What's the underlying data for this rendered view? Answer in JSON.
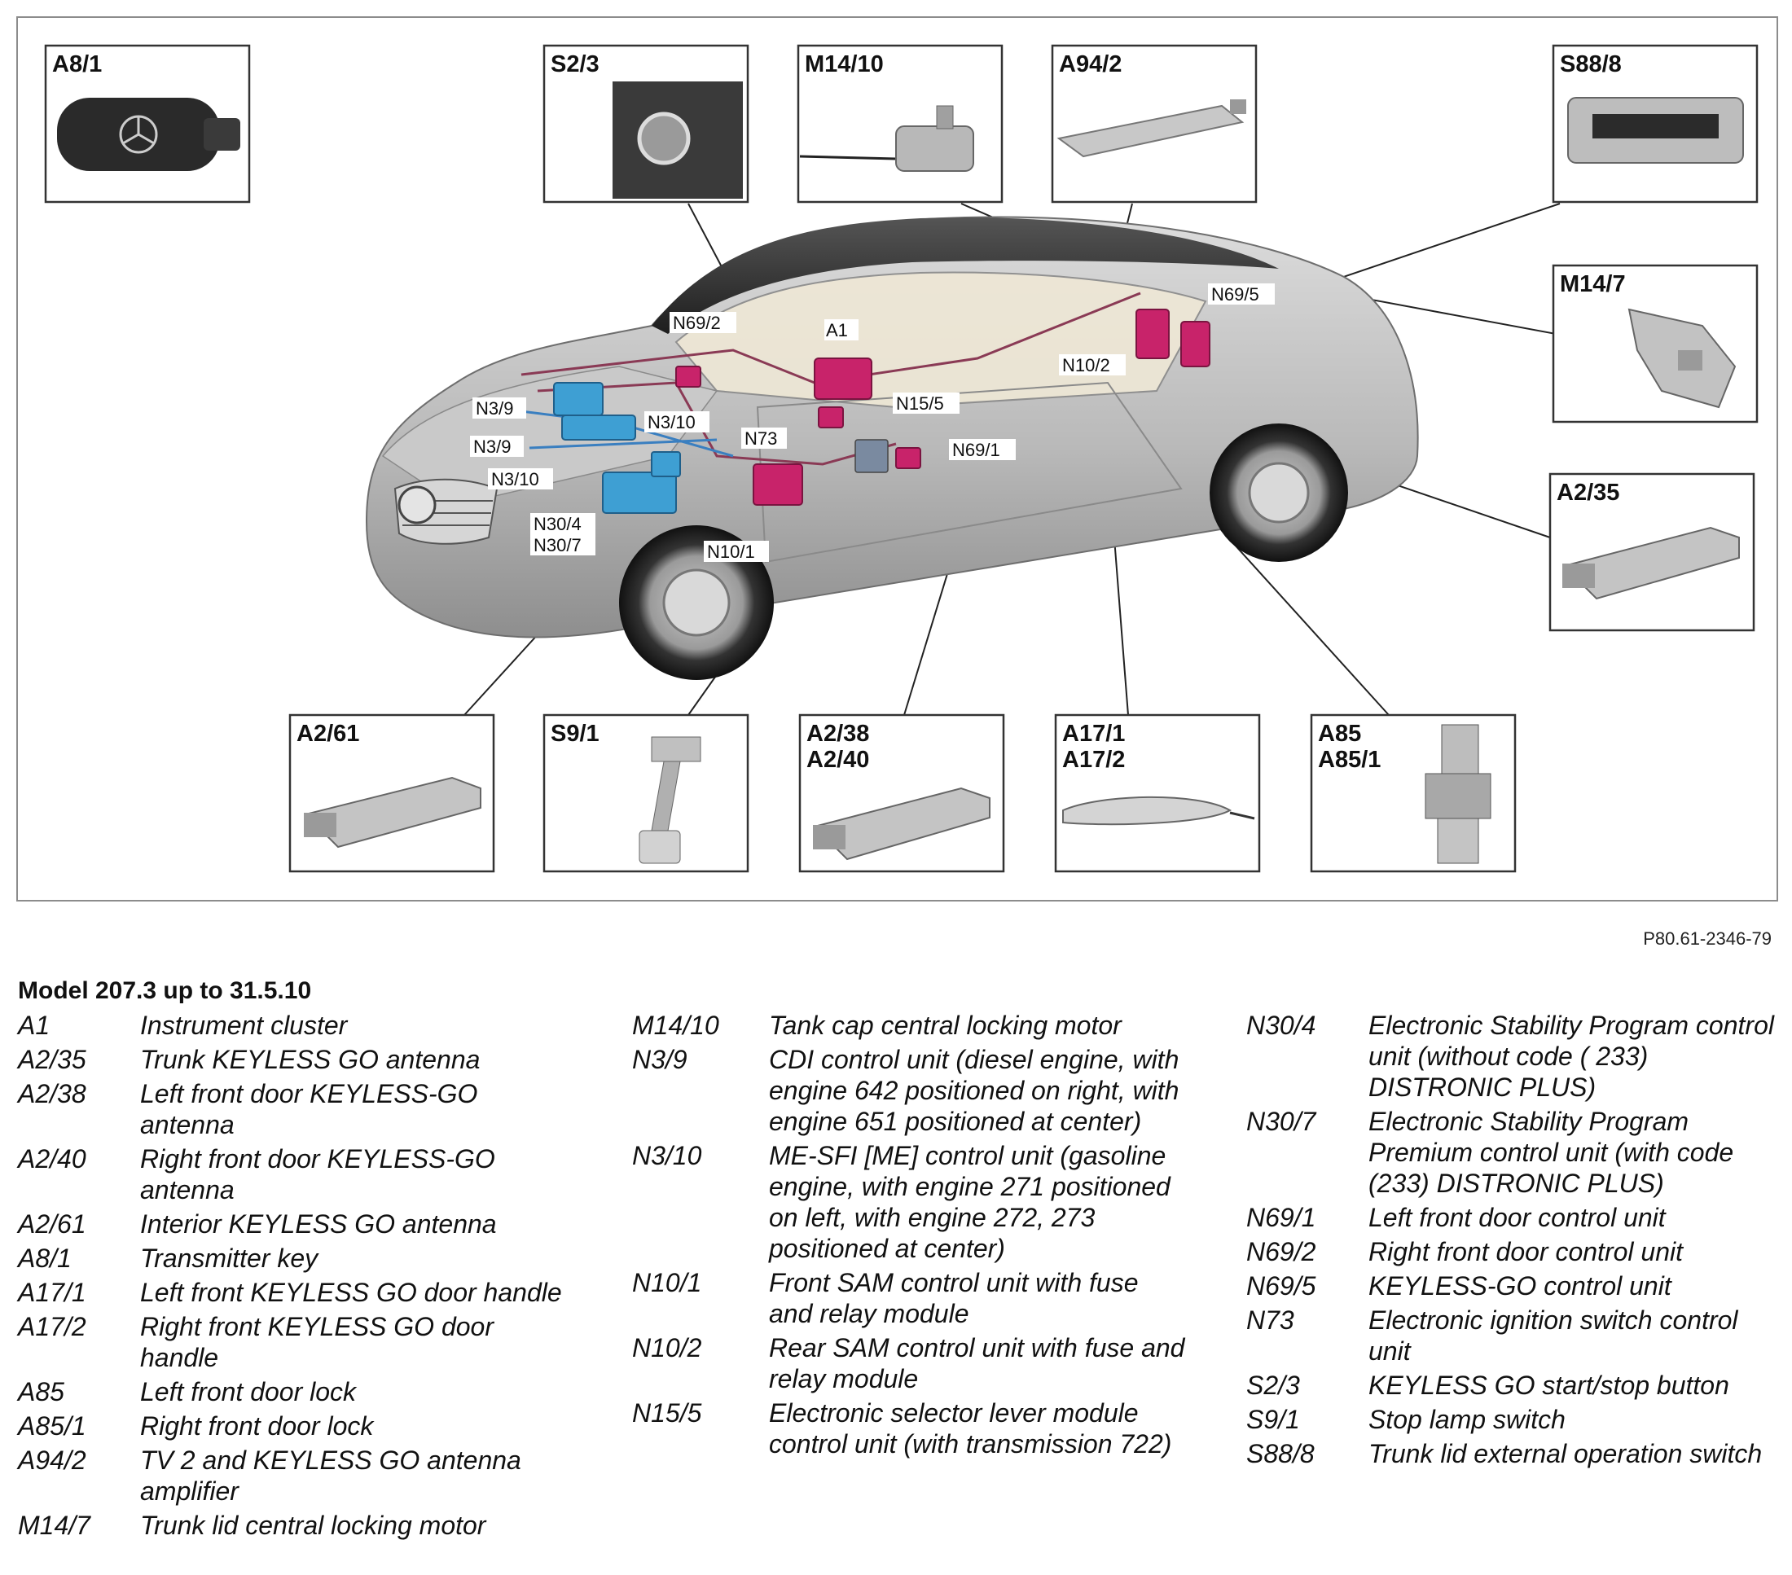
{
  "figure_ref": "P80.61-2346-79",
  "component_boxes": [
    {
      "id": "box-a8-1",
      "label": [
        "A8/1"
      ],
      "icon": "remote-key-icon"
    },
    {
      "id": "box-s2-3",
      "label": [
        "S2/3"
      ],
      "icon": "start-button-icon"
    },
    {
      "id": "box-m14-10",
      "label": [
        "M14/10"
      ],
      "icon": "actuator-motor-icon"
    },
    {
      "id": "box-a94-2",
      "label": [
        "A94/2"
      ],
      "icon": "antenna-amplifier-icon"
    },
    {
      "id": "box-s88-8",
      "label": [
        "S88/8"
      ],
      "icon": "trunk-switch-icon"
    },
    {
      "id": "box-m14-7",
      "label": [
        "M14/7"
      ],
      "icon": "locking-motor-icon"
    },
    {
      "id": "box-a2-35",
      "label": [
        "A2/35"
      ],
      "icon": "antenna-bar-icon"
    },
    {
      "id": "box-a2-61",
      "label": [
        "A2/61"
      ],
      "icon": "antenna-bar-icon"
    },
    {
      "id": "box-s9-1",
      "label": [
        "S9/1"
      ],
      "icon": "brake-pedal-icon"
    },
    {
      "id": "box-a2-38",
      "label": [
        "A2/38",
        "A2/40"
      ],
      "icon": "antenna-bar-icon"
    },
    {
      "id": "box-a17-1",
      "label": [
        "A17/1",
        "A17/2"
      ],
      "icon": "door-handle-icon"
    },
    {
      "id": "box-a85",
      "label": [
        "A85",
        "A85/1"
      ],
      "icon": "door-lock-icon"
    }
  ],
  "callouts": [
    "N69/2",
    "A1",
    "N69/5",
    "N10/2",
    "N15/5",
    "N3/9",
    "N3/9",
    "N3/10",
    "N3/10",
    "N73",
    "N69/1",
    "N30/4",
    "N30/7",
    "N10/1"
  ],
  "legend": {
    "title": "Model 207.3 up to 31.5.10",
    "columns": [
      [
        {
          "code": "A1",
          "desc": "Instrument cluster"
        },
        {
          "code": "A2/35",
          "desc": "Trunk KEYLESS GO antenna"
        },
        {
          "code": "A2/38",
          "desc": "Left front door KEYLESS-GO antenna"
        },
        {
          "code": "A2/40",
          "desc": "Right front door KEYLESS-GO antenna"
        },
        {
          "code": "A2/61",
          "desc": "Interior KEYLESS GO antenna"
        },
        {
          "code": "A8/1",
          "desc": "Transmitter key"
        },
        {
          "code": "A17/1",
          "desc": "Left front KEYLESS GO door handle"
        },
        {
          "code": "A17/2",
          "desc": "Right front KEYLESS GO door handle"
        },
        {
          "code": "A85",
          "desc": "Left front door lock"
        },
        {
          "code": "A85/1",
          "desc": "Right front door lock"
        },
        {
          "code": "A94/2",
          "desc": "TV 2 and KEYLESS GO antenna amplifier"
        },
        {
          "code": "M14/7",
          "desc": "Trunk lid central locking motor"
        }
      ],
      [
        {
          "code": "M14/10",
          "desc": "Tank cap central locking motor"
        },
        {
          "code": "N3/9",
          "desc": "CDI control unit (diesel engine, with engine 642 positioned on right, with engine 651 positioned at center)"
        },
        {
          "code": "N3/10",
          "desc": "ME-SFI [ME] control unit (gasoline engine, with engine 271 positioned on left, with engine 272, 273 positioned at center)"
        },
        {
          "code": "N10/1",
          "desc": "Front SAM control unit with fuse and relay module"
        },
        {
          "code": "N10/2",
          "desc": "Rear SAM control unit with fuse and relay module"
        },
        {
          "code": "N15/5",
          "desc": "Electronic selector lever module control unit (with transmission 722)"
        }
      ],
      [
        {
          "code": "N30/4",
          "desc": "Electronic Stability Program control unit (without code ( 233) DISTRONIC PLUS)"
        },
        {
          "code": "N30/7",
          "desc": "Electronic Stability Program Premium control unit (with code (233) DISTRONIC PLUS)"
        },
        {
          "code": "N69/1",
          "desc": "Left front door control unit"
        },
        {
          "code": "N69/2",
          "desc": "Right front door control unit"
        },
        {
          "code": "N69/5",
          "desc": "KEYLESS-GO control unit"
        },
        {
          "code": "N73",
          "desc": "Electronic ignition switch control unit"
        },
        {
          "code": "S2/3",
          "desc": "KEYLESS GO start/stop button"
        },
        {
          "code": "S9/1",
          "desc": "Stop lamp switch"
        },
        {
          "code": "S88/8",
          "desc": "Trunk lid external operation switch"
        }
      ]
    ]
  }
}
